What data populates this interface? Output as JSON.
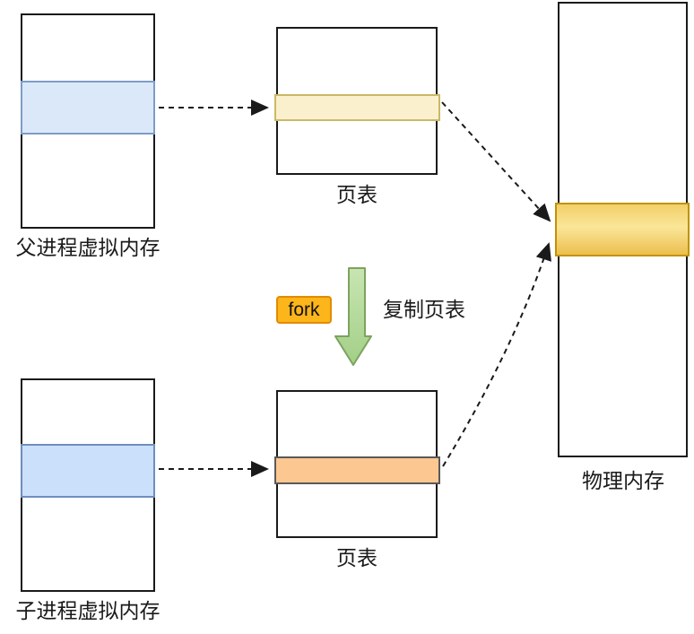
{
  "diagram": {
    "type": "fork copy-on-write page-table diagram",
    "labels": {
      "parent_vm": "父进程虚拟内存",
      "child_vm": "子进程虚拟内存",
      "page_table_top": "页表",
      "page_table_bottom": "页表",
      "physical_memory": "物理内存",
      "fork": "fork",
      "copy_page_table": "复制页表"
    },
    "colors": {
      "parent_band_fill": "#dbe8f9",
      "parent_band_border": "#7d9cc4",
      "child_band_fill": "#cbe0fb",
      "child_band_border": "#6d8ebf",
      "page_table_top_band_fill": "#fbf0cd",
      "page_table_top_band_border": "#c9b966",
      "page_table_bottom_band_fill": "#fdc791",
      "page_table_bottom_band_border": "#595959",
      "physical_band_gradient_top": "#f2cf6a",
      "physical_band_gradient_mid": "#fae698",
      "physical_band_gradient_bottom": "#ecbf4e",
      "physical_band_border": "#c49102",
      "fork_badge_fill": "#fcb51b",
      "fork_badge_border": "#e08c00",
      "green_arrow_fill_top": "#c8e5b2",
      "green_arrow_fill_bottom": "#a3cf87",
      "green_arrow_border": "#7da35f",
      "box_border": "#1a1a1a",
      "connector_color": "#1a1a1a"
    }
  }
}
